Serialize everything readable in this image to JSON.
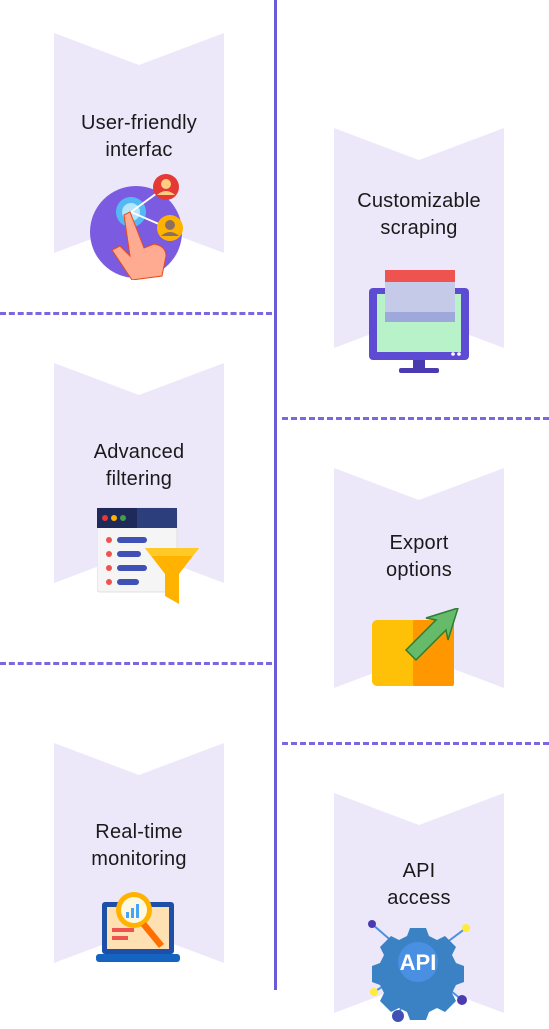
{
  "features": [
    {
      "id": "user-friendly",
      "label": "User-friendly interfac",
      "icon": "touch-users-icon"
    },
    {
      "id": "customizable",
      "label": "Customizable scraping",
      "icon": "monitor-window-icon"
    },
    {
      "id": "advanced-filtering",
      "label": "Advanced filtering",
      "icon": "filter-list-icon"
    },
    {
      "id": "export",
      "label": "Export options",
      "icon": "export-arrow-icon"
    },
    {
      "id": "realtime",
      "label": "Real-time monitoring",
      "icon": "laptop-magnifier-icon"
    },
    {
      "id": "api",
      "label": "API access",
      "icon": "api-gear-icon"
    }
  ],
  "icon_text": {
    "api": "API"
  },
  "colors": {
    "divider": "#6B5BD6",
    "card": "#ECE8FA",
    "accent_purple": "#7B5CE0",
    "accent_orange": "#FFB300",
    "accent_blue": "#4A90E2"
  }
}
